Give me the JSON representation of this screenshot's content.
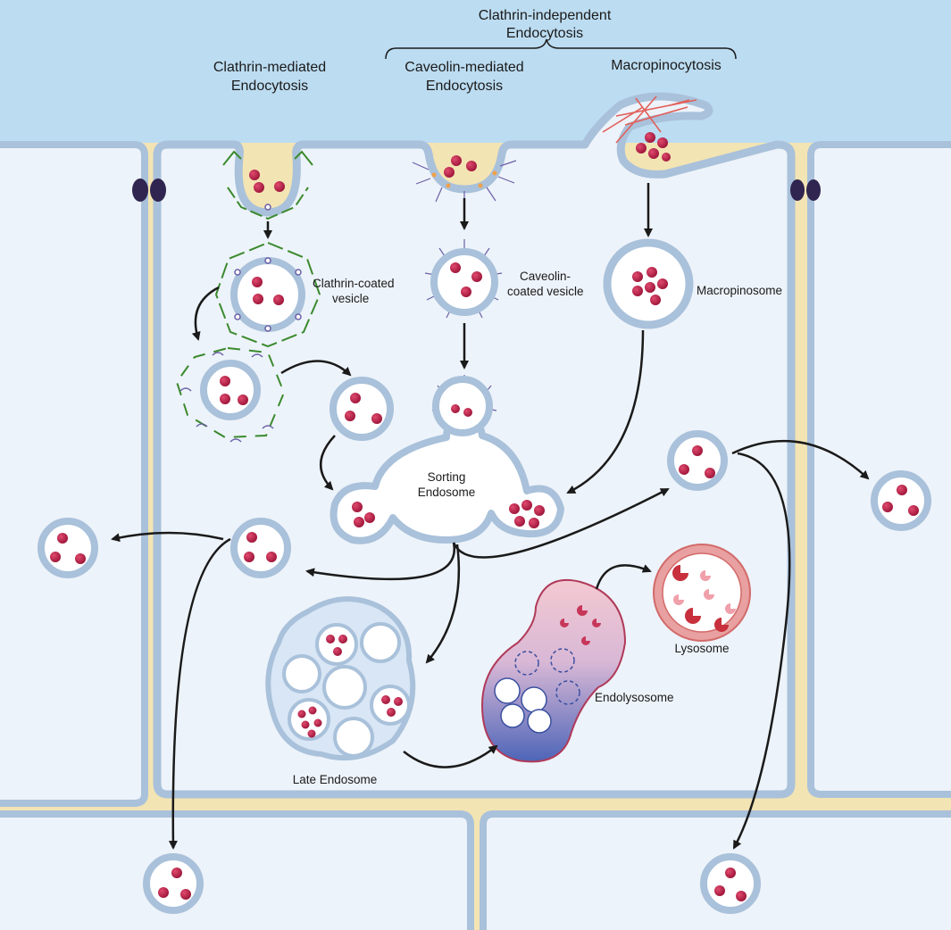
{
  "labels": {
    "clathrin_independent_1": "Clathrin-independent",
    "clathrin_independent_2": "Endocytosis",
    "clathrin_mediated_1": "Clathrin-mediated",
    "clathrin_mediated_2": "Endocytosis",
    "caveolin_mediated_1": "Caveolin-mediated",
    "caveolin_mediated_2": "Endocytosis",
    "macropinocytosis": "Macropinocytosis",
    "clathrin_coated_vesicle_1": "Clathrin-coated",
    "clathrin_coated_vesicle_2": "vesicle",
    "caveolin_coated_vesicle_1": "Caveolin-",
    "caveolin_coated_vesicle_2": "coated vesicle",
    "macropinosome": "Macropinosome",
    "sorting_endosome_1": "Sorting",
    "sorting_endosome_2": "Endosome",
    "lysosome": "Lysosome",
    "endolysosome": "Endolysosome",
    "late_endosome": "Late Endosome"
  },
  "colors": {
    "extracellular": "#bcdcf1",
    "cytoplasm": "#edf3fa",
    "membrane": "#a9c1da",
    "membrane_edge": "#7f9ab7",
    "intercellular": "#f3e4b4",
    "cargo": "#b81e47",
    "clathrin": "#3b8a2e",
    "caveolin": "#6a5fa6",
    "arrow": "#1a1a1a",
    "lysosome": "#e8a0a0",
    "junction": "#2f2550"
  }
}
